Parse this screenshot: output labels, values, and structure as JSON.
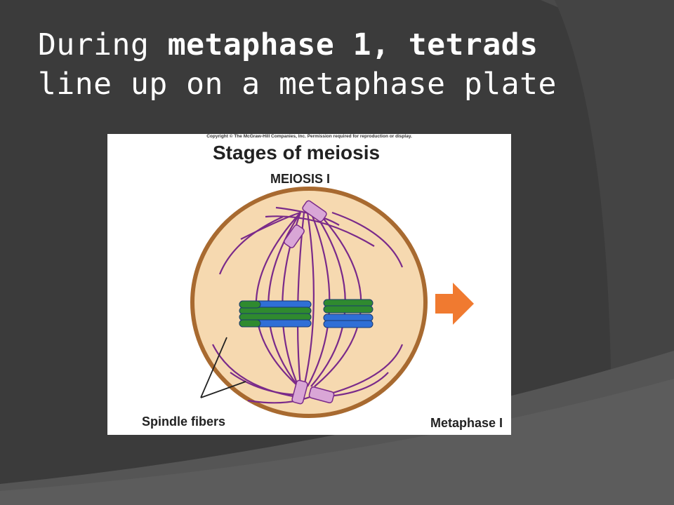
{
  "slide": {
    "title_line1_pre": "During ",
    "title_line1_bold": "metaphase 1, tetrads",
    "title_line2": "line up on a metaphase plate"
  },
  "figure": {
    "copyright": "Copyright © The McGraw-Hill Companies, Inc. Permission required for reproduction or display.",
    "title": "Stages of meiosis",
    "subtitle": "MEIOSIS I",
    "spindle_label": "Spindle fibers",
    "phase_label": "Metaphase I"
  },
  "colors": {
    "background": "#3d3d3d",
    "cell_fill": "#f6d9b0",
    "cell_border": "#a86a30",
    "spindle": "#7a2a8a",
    "centriole": "#d9a6d6",
    "chromosome_blue": "#2f6fd6",
    "chromosome_green": "#2f8a2f",
    "arrow": "#f07a30"
  }
}
